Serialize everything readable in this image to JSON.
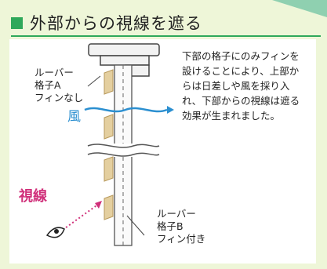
{
  "title": "外部からの視線を遮る",
  "labels": {
    "louver_a": [
      "ルーバー",
      "格子A",
      "フィンなし"
    ],
    "louver_b": [
      "ルーバー",
      "格子B",
      "フィン付き"
    ],
    "wind": "風",
    "sight": "視線"
  },
  "description": [
    "下部の格子にのみフィンを",
    "設けることにより、上部か",
    "らは日差しや風を採り入",
    "れ、下部からの視線は遮る",
    "効果が生まれました。"
  ],
  "colors": {
    "accent_green": "#2fa85a",
    "wind_blue": "#2b8fd0",
    "sight_pink": "#d0307a",
    "fin_tan": "#d9c08a",
    "background": "#eef6d8"
  }
}
